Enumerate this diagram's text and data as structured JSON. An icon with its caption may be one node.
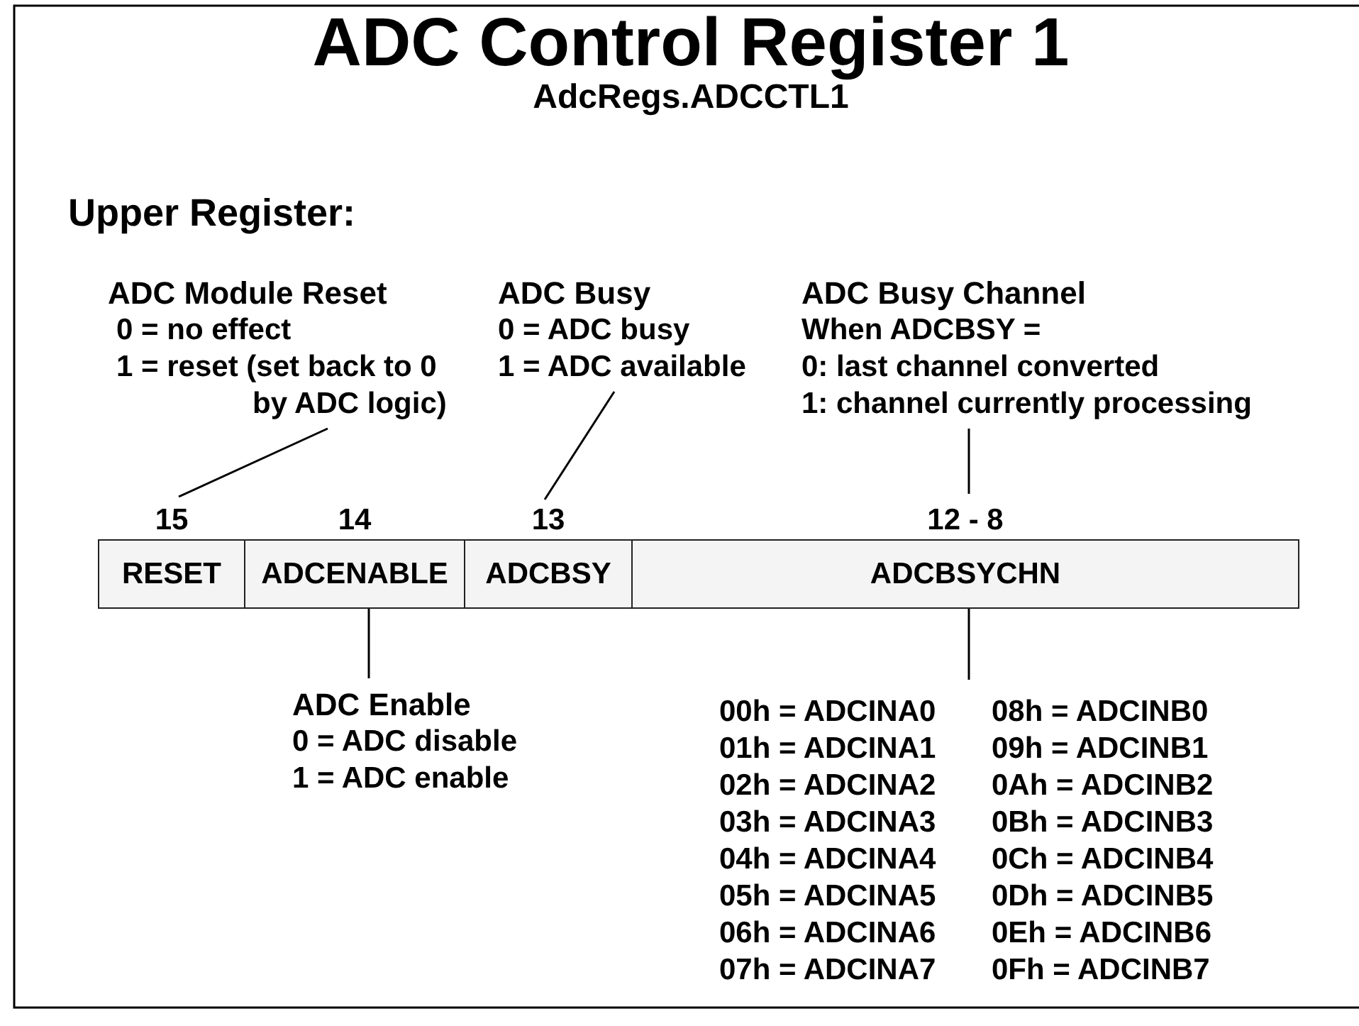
{
  "diagram": {
    "title": "ADC Control Register 1",
    "nodes": [
      {
        "text": [
          "ADC Module Reset",
          "0 = no effect",
          "1 = reset (set back to 0 by ADC logic)"
        ]
      },
      {
        "text": [
          "ADC Busy",
          "0 = ADC busy",
          "1 = ADC available"
        ]
      },
      {
        "text": [
          "ADC Busy Channel",
          "When ADCBSY =",
          "0: last channel converted",
          "1: channel currently processing"
        ]
      },
      {
        "text": [
          "RESET"
        ],
        "beside": [
          "15"
        ]
      },
      {
        "text": [
          "ADCENABLE"
        ],
        "beside": [
          "14"
        ]
      },
      {
        "text": [
          "ADCBSY"
        ],
        "beside": [
          "13"
        ]
      },
      {
        "text": [
          "ADCBSYCHN"
        ],
        "beside": [
          "12 - 8"
        ]
      },
      {
        "text": [
          "ADC Enable",
          "0 = ADC disable",
          "1 = ADC enable"
        ]
      },
      {
        "text": [
          "00h = ADCINA0",
          "08h = ADCINB0",
          "01h = ADCINA1",
          "09h = ADCINB1",
          "02h = ADCINA2",
          "0Ah = ADCINB2",
          "03h = ADCINA3",
          "0Bh = ADCINB3",
          "04h = ADCINA4",
          "0Ch = ADCINB4",
          "05h = ADCINA5",
          "0Dh = ADCINB5",
          "06h = ADCINA6",
          "0Eh = ADCINB6",
          "07h = ADCINA7",
          "0Fh = ADCINB7"
        ]
      }
    ],
    "edges": [
      {
        "from": 0,
        "to": 3,
        "arrow": "none"
      },
      {
        "from": 1,
        "to": 5,
        "arrow": "none"
      },
      {
        "from": 2,
        "to": 6,
        "arrow": "none"
      },
      {
        "from": 4,
        "to": 7,
        "arrow": "none"
      },
      {
        "from": 6,
        "to": 8,
        "arrow": "none"
      }
    ],
    "labels": [
      "AdcRegs.ADCCTL1",
      "Upper Register:"
    ]
  }
}
